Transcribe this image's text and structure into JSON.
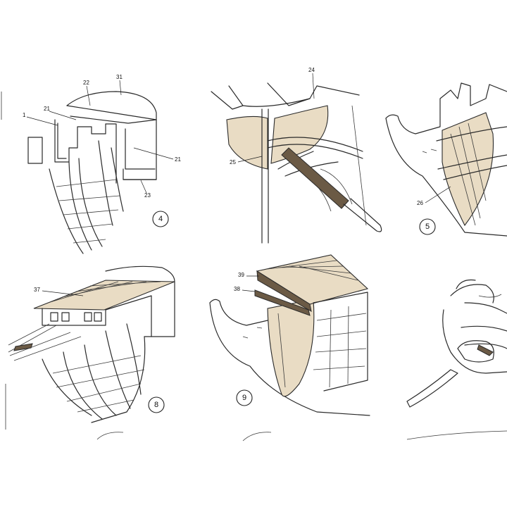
{
  "figures": [
    {
      "step": "4",
      "labels": [
        "22",
        "31",
        "1",
        "21",
        "21",
        "23"
      ]
    },
    {
      "step": "",
      "labels": [
        "24",
        "25"
      ]
    },
    {
      "step": "5",
      "labels": [
        "26"
      ]
    },
    {
      "step": "8",
      "labels": [
        "37"
      ]
    },
    {
      "step": "9",
      "labels": [
        "39",
        "38"
      ]
    },
    {
      "step": "",
      "labels": []
    }
  ]
}
